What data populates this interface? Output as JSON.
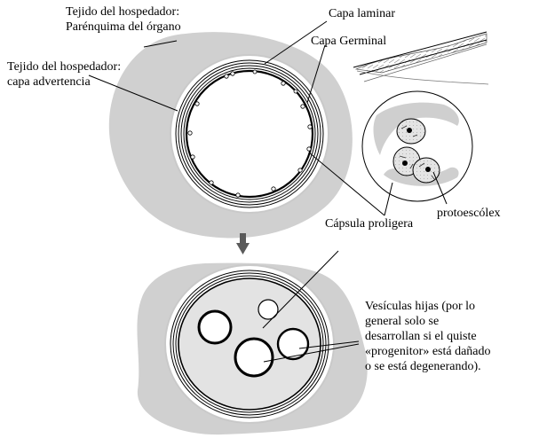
{
  "labels": {
    "host_parenchyma": [
      "Tejido del hospedador:",
      "Parénquima del órgano"
    ],
    "host_adventitia": [
      "Tejido del hospedador:",
      "capa advertencia"
    ],
    "laminar_layer": "Capa laminar",
    "germinal_layer": "Capa Germinal",
    "brood_capsule": "Cápsula proligera",
    "protoscolex": "protoescólex",
    "daughter_vesicles": [
      "Vesículas hijas (por lo",
      "general solo se",
      "desarrollan si el quiste",
      "«progenitor» está dañado",
      "o se está degenerando)."
    ]
  },
  "colors": {
    "host_tissue": "#d0d0d0",
    "cyst_fluid": "#e3e3e3",
    "line": "#000000",
    "arrow": "#5a5a5a"
  }
}
